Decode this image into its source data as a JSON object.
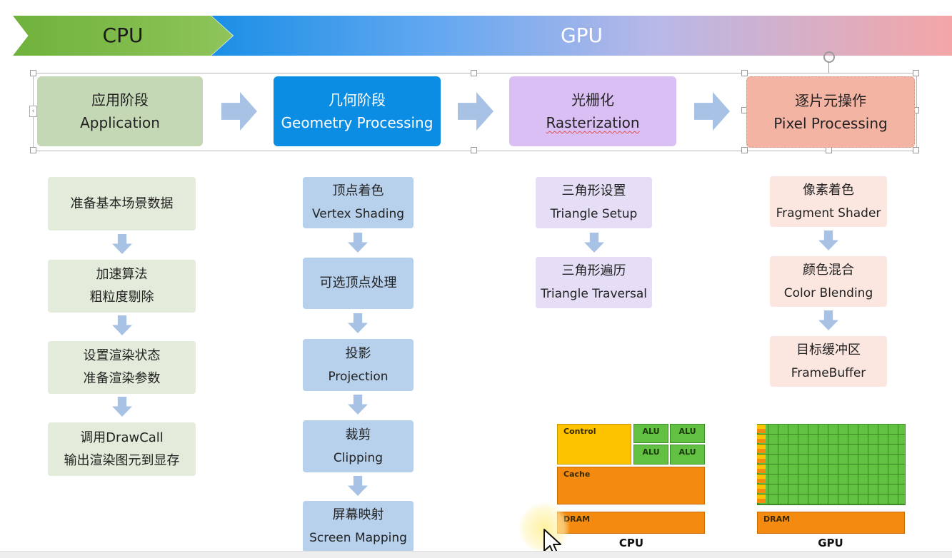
{
  "banner": {
    "cpu_label": "CPU",
    "gpu_label": "GPU"
  },
  "stages": [
    {
      "cn": "应用阶段",
      "en": "Application"
    },
    {
      "cn": "几何阶段",
      "en": "Geometry Processing"
    },
    {
      "cn": "光栅化",
      "en": "Rasterization"
    },
    {
      "cn": "逐片元操作",
      "en": "Pixel Processing"
    }
  ],
  "application_steps": [
    {
      "line1": "准备基本场景数据",
      "line2": ""
    },
    {
      "line1": "加速算法",
      "line2": "粗粒度剔除"
    },
    {
      "line1": "设置渲染状态",
      "line2": "准备渲染参数"
    },
    {
      "line1": "调用DrawCall",
      "line2": "输出渲染图元到显存"
    }
  ],
  "geometry_steps": [
    {
      "line1": "顶点着色",
      "line2": "Vertex Shading"
    },
    {
      "line1": "可选顶点处理",
      "line2": ""
    },
    {
      "line1": "投影",
      "line2": "Projection"
    },
    {
      "line1": "裁剪",
      "line2": "Clipping"
    },
    {
      "line1": "屏幕映射",
      "line2": "Screen Mapping"
    }
  ],
  "raster_steps": [
    {
      "line1": "三角形设置",
      "line2": "Triangle Setup"
    },
    {
      "line1": "三角形遍历",
      "line2": "Triangle Traversal"
    }
  ],
  "pixel_steps": [
    {
      "line1": "像素着色",
      "line2": "Fragment Shader"
    },
    {
      "line1": "颜色混合",
      "line2": "Color Blending"
    },
    {
      "line1": "目标缓冲区",
      "line2": "FrameBuffer"
    }
  ],
  "cpu_diagram": {
    "control": "Control",
    "alu": "ALU",
    "cache": "Cache",
    "dram": "DRAM",
    "caption": "CPU"
  },
  "gpu_diagram": {
    "dram": "DRAM",
    "caption": "GPU"
  },
  "colors": {
    "cpu_banner": "#6fb23b",
    "gpu_banner_start": "#1a8fe6",
    "gpu_banner_end": "#f4a6a6",
    "application": "#c5d8b6",
    "geometry": "#0c8de4",
    "rasterization": "#d9bff4",
    "pixel": "#f4b4a4",
    "arrow": "#a7c2e4"
  }
}
